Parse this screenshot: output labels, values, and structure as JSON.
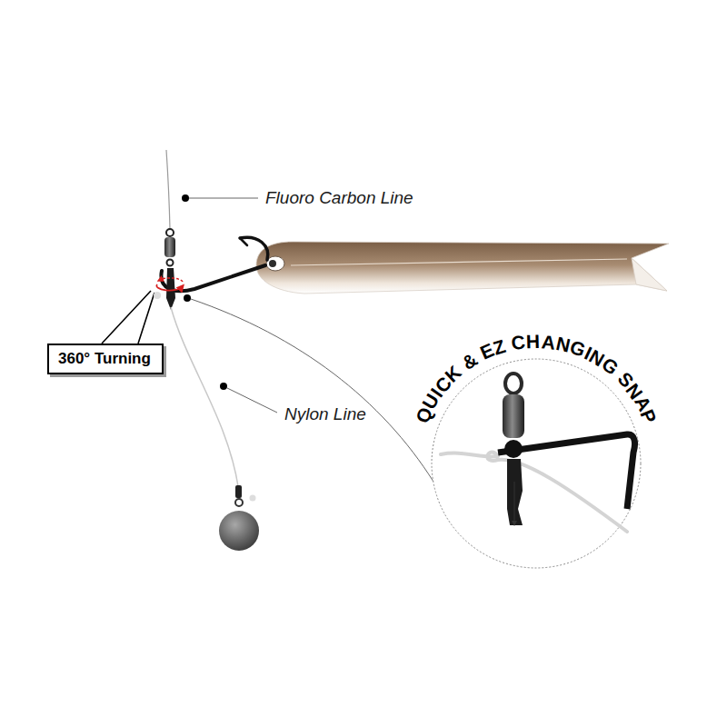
{
  "diagram": {
    "nodes": [
      {
        "text": [
          "360° Turning"
        ]
      }
    ],
    "labels": [
      "Fluoro Carbon Line",
      "Nylon Line",
      "QUICK & EZ CHANGING SNAP"
    ]
  }
}
